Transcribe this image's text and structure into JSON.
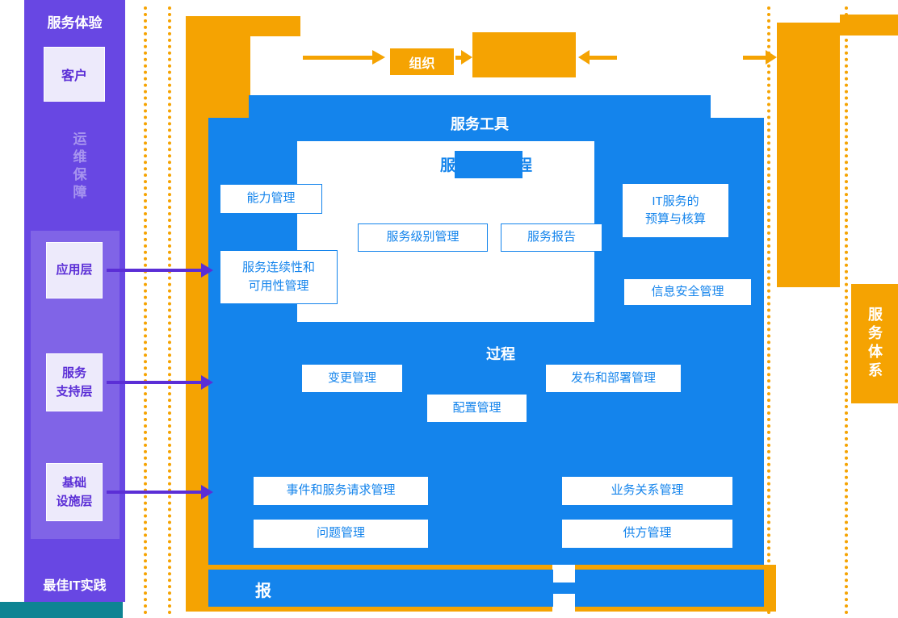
{
  "colors": {
    "purple": "#6847E3",
    "deep_purple": "#5B2ED6",
    "lavender": "#EDEAFB",
    "orange": "#F5A302",
    "blue": "#1484EC",
    "teal": "#0D8493"
  },
  "sidebar": {
    "badge": "服务体验",
    "customer_box": "客户",
    "vertical_label": "运维保障",
    "layers": [
      {
        "lines": [
          "应用层",
          ""
        ]
      },
      {
        "lines": [
          "服务",
          "支持层"
        ]
      },
      {
        "lines": [
          "基础",
          "设施层"
        ]
      }
    ],
    "footer": "最佳IT实践"
  },
  "top_flow": {
    "org_box": "组织"
  },
  "right_rail": {
    "service_system": "服务体系"
  },
  "tools_panel": {
    "title": "服务工具",
    "delivery_group": {
      "title": "服务交付过程",
      "capability": "能力管理",
      "service_level": "服务级别管理",
      "service_report": "服务报告",
      "budget": [
        "IT服务的",
        "预算与核算"
      ],
      "continuity": [
        "服务连续性和",
        "可用性管理"
      ],
      "security": "信息安全管理"
    },
    "control_group": {
      "title": "控制过程",
      "change": "变更管理",
      "config": "配置管理",
      "release": "发布和部署管理"
    },
    "resolution_group": {
      "incident": "事件和服务请求管理",
      "problem": "问题管理"
    },
    "relationship_group": {
      "business": "业务关系管理",
      "supplier": "供方管理"
    },
    "bottom_bar_text": "报"
  }
}
